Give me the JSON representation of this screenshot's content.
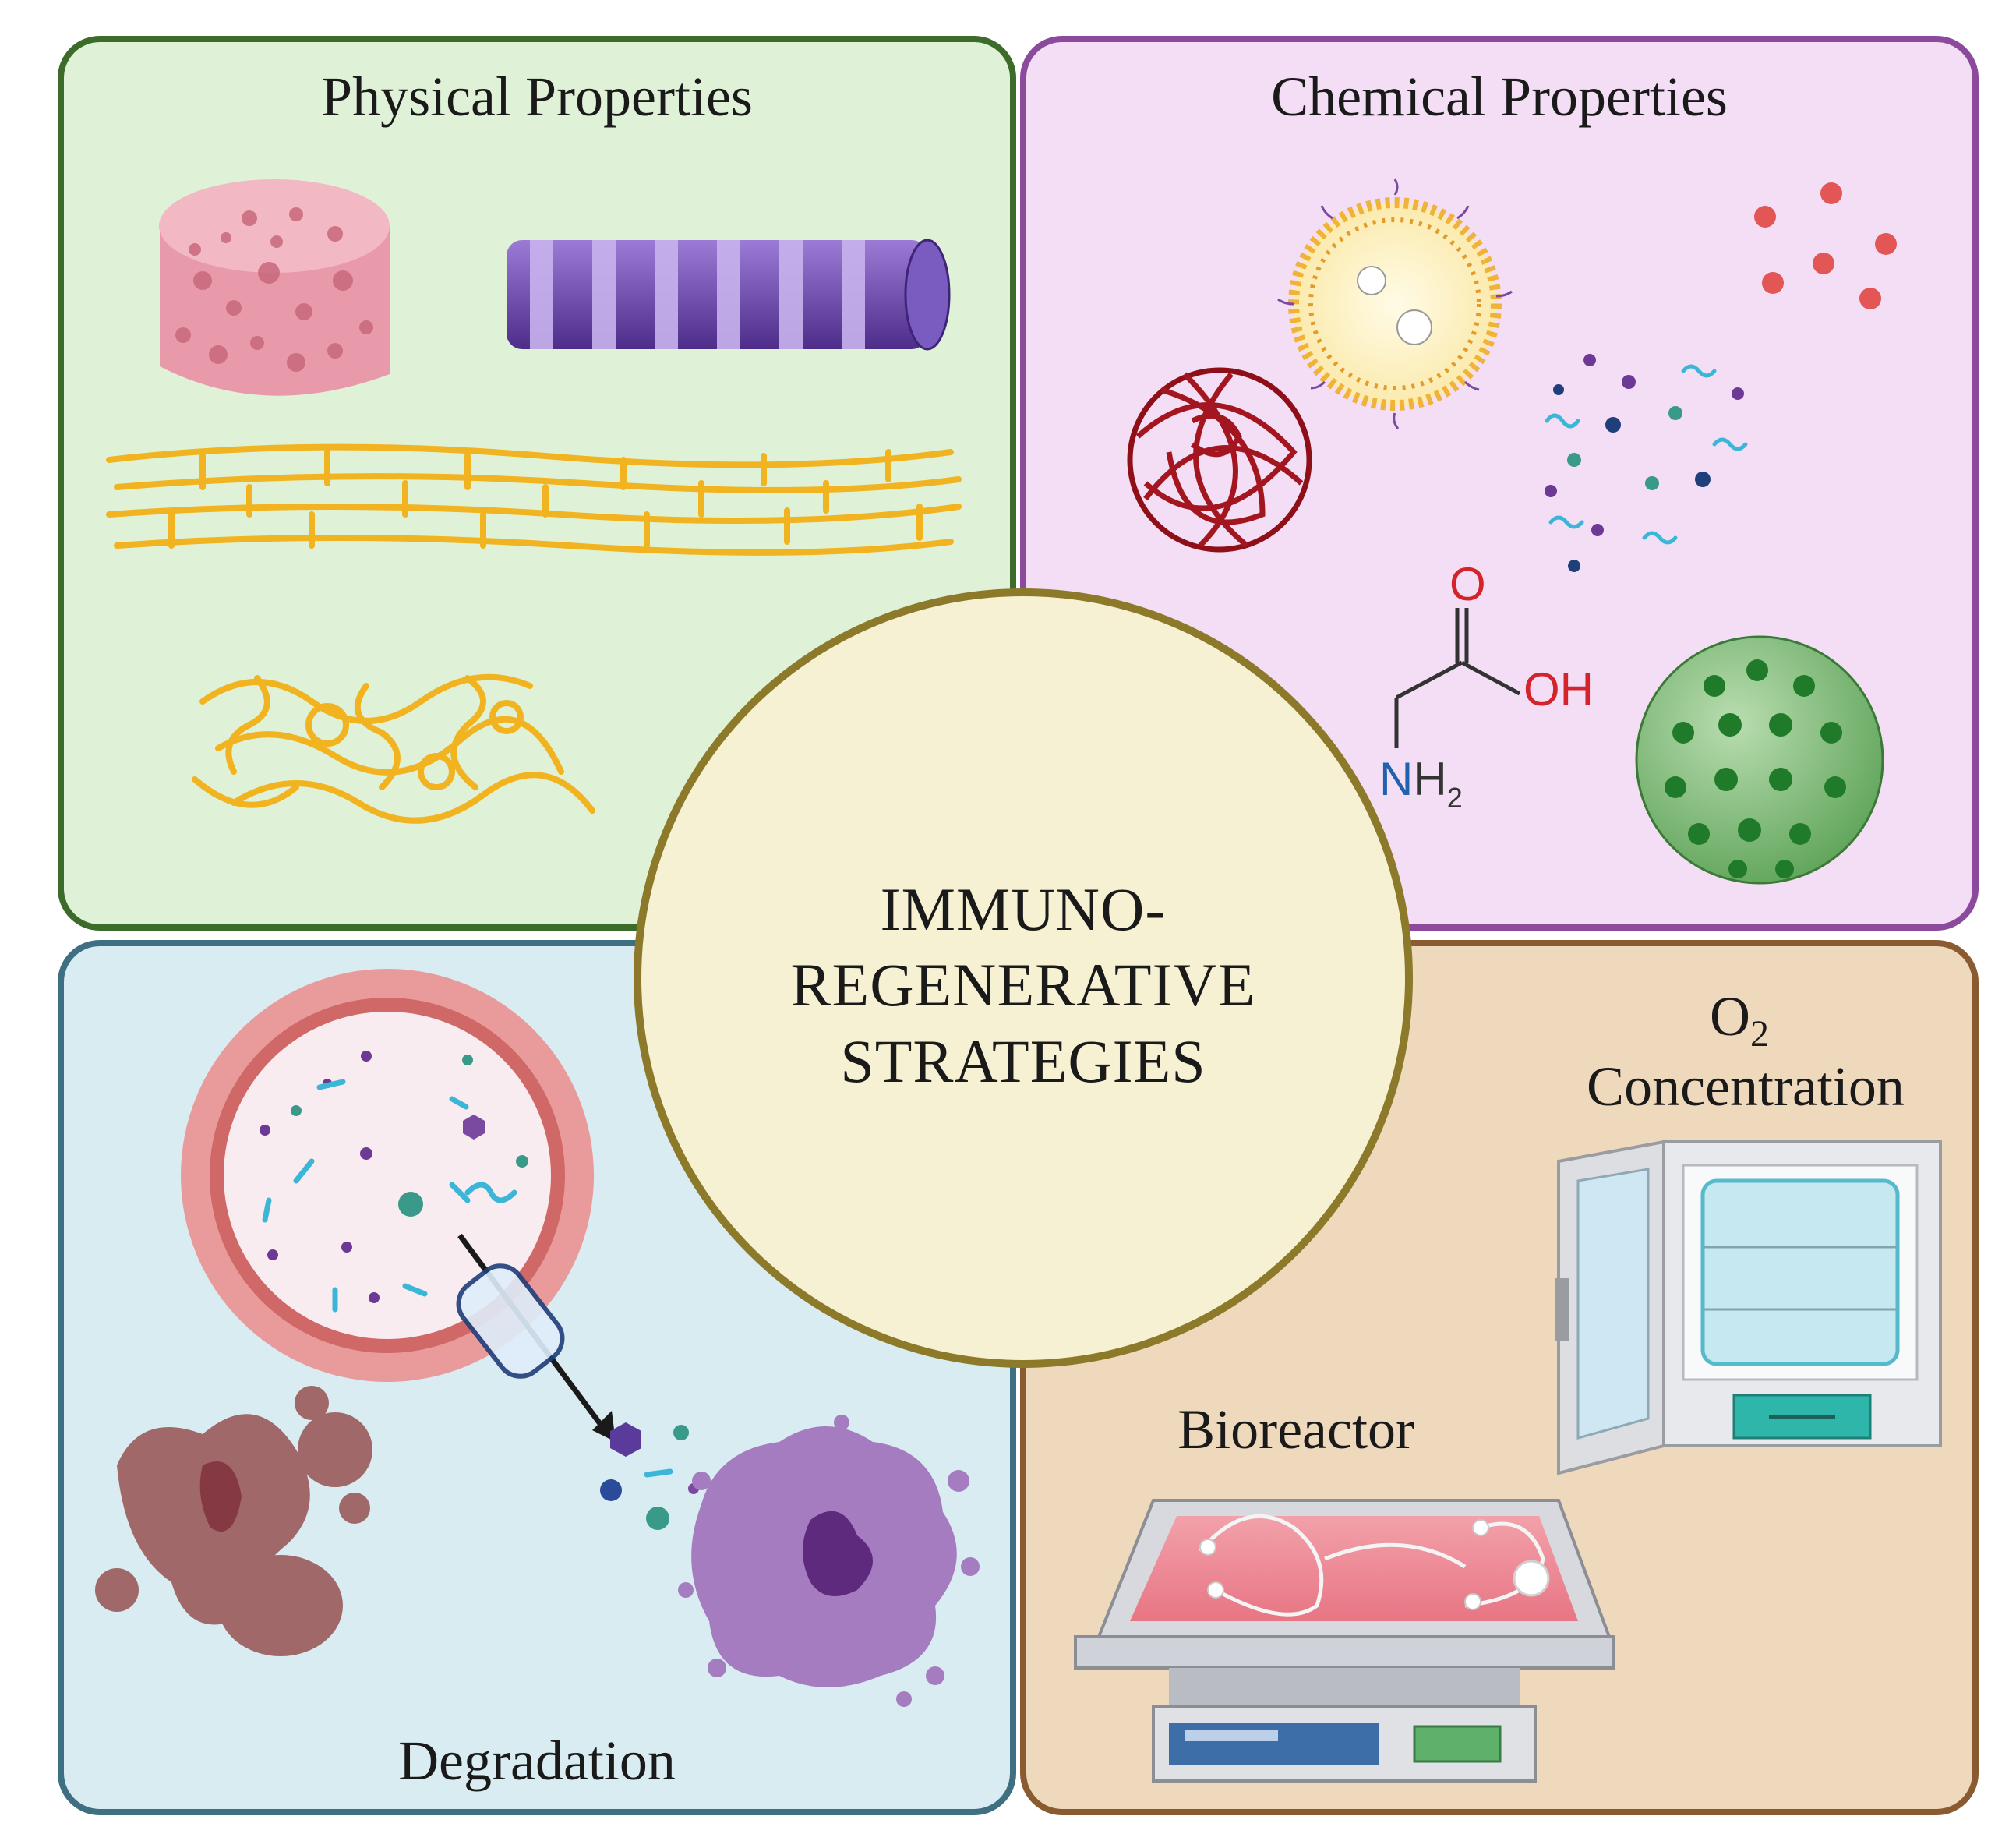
{
  "center": {
    "line1": "IMMUNO-",
    "line2": "REGENERATIVE",
    "line3": "STRATEGIES"
  },
  "panels": {
    "physical": {
      "title": "Physical Properties"
    },
    "chemical": {
      "title": "Chemical Properties"
    },
    "degradation": {
      "title": "Degradation"
    },
    "oxygen": {
      "title_main": "O",
      "title_sub": "2",
      "title_line2": "Concentration",
      "bioreactor": "Bioreactor"
    }
  },
  "molecule": {
    "oxygen_top": "O",
    "hydroxyl": "OH",
    "amine_n": "N",
    "amine_h": "H",
    "amine_sub": "2"
  },
  "colors": {
    "physical_bg": "#dff2d8",
    "physical_border": "#3c6b2a",
    "chemical_bg": "#f3def5",
    "chemical_border": "#8c4a9c",
    "degradation_bg": "#d8ecf2",
    "degradation_border": "#3f6f82",
    "oxygen_bg": "#efd9bd",
    "oxygen_border": "#8a5a30",
    "center_bg": "#f5f1d2",
    "center_border": "#8c7a2a"
  }
}
